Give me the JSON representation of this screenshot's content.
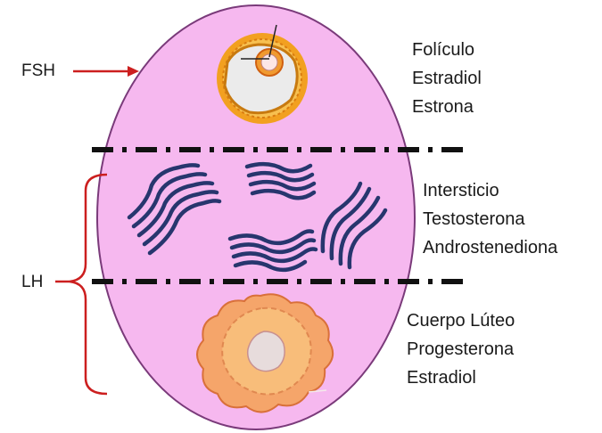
{
  "sections": {
    "follicle": {
      "lines": [
        "Folículo",
        "Estradiol",
        "Estrona"
      ]
    },
    "interstitium": {
      "lines": [
        "Intersticio",
        "Testosterona",
        "Androstenediona"
      ]
    },
    "corpus_luteum": {
      "lines": [
        "Cuerpo Lúteo",
        "Progesterona",
        "Estradiol"
      ]
    }
  },
  "hormones": {
    "fsh": "FSH",
    "lh": "LH"
  },
  "colors": {
    "ovary_fill": "#f6b8ef",
    "ovary_stroke": "#7a3a7a",
    "arrow_red": "#cc1f1f",
    "fiber_blue": "#27366e",
    "follicle_orange": "#f2a020",
    "luteum_orange": "#f5a56a"
  }
}
